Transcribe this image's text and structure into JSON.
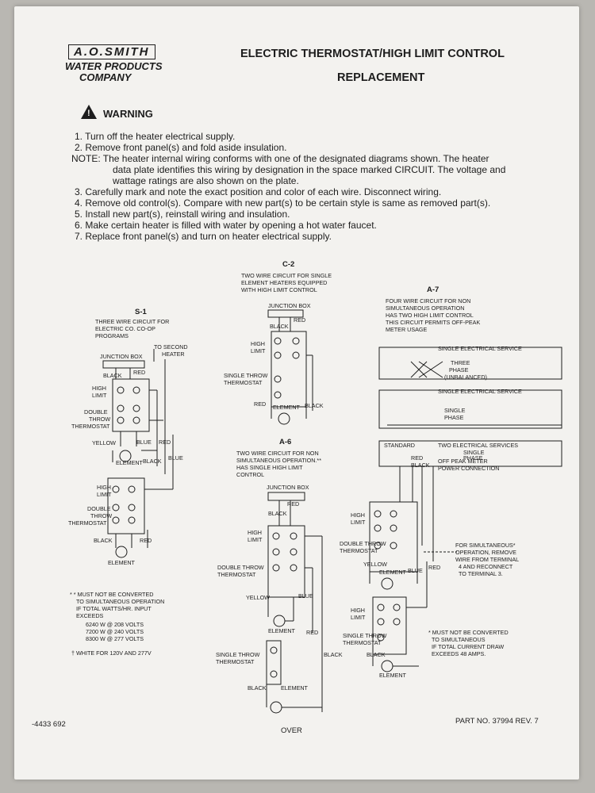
{
  "logo": {
    "line1": "A.O.SMITH",
    "line2": "WATER PRODUCTS",
    "line3": "COMPANY"
  },
  "title": {
    "line1": "ELECTRIC THERMOSTAT/HIGH LIMIT CONTROL",
    "line2": "REPLACEMENT"
  },
  "warning": "WARNING",
  "instructions": [
    "1.   Turn off the heater electrical supply.",
    "2.   Remove front panel(s) and fold aside insulation.",
    "NOTE:  The heater internal wiring conforms with one of the designated diagrams shown.  The heater",
    "data plate identifies this wiring by designation in the space marked CIRCUIT.  The voltage and",
    "wattage ratings are also shown on the plate.",
    "3.   Carefully mark and note the exact position and color of each wire.  Disconnect wiring.",
    "4.   Remove old control(s).  Compare with new part(s) to be certain style is same as removed part(s).",
    "5.   Install new part(s), reinstall wiring and insulation.",
    "6.   Make certain heater is filled with water by opening a hot water faucet.",
    "7.   Replace front panel(s) and turn on heater electrical supply."
  ],
  "s1": {
    "name": "S-1",
    "desc": [
      "THREE WIRE CIRCUIT FOR",
      "ELECTRIC CO. CO-OP",
      "PROGRAMS"
    ],
    "to_second": [
      "TO SECOND",
      "HEATER"
    ],
    "junction": "JUNCTION BOX",
    "red": "RED",
    "black": "BLACK",
    "high_limit": [
      "HIGH",
      "LIMIT"
    ],
    "double_throw": [
      "DOUBLE",
      "THROW",
      "THERMOSTAT"
    ],
    "yellow": "YELLOW",
    "blue": "BLUE",
    "element": "ELEMENT"
  },
  "c2": {
    "name": "C-2",
    "desc": [
      "TWO WIRE CIRCUIT FOR SINGLE",
      "ELEMENT HEATERS EQUIPPED",
      "WITH HIGH LIMIT CONTROL"
    ],
    "junction": "JUNCTION BOX",
    "red": "RED",
    "black": "BLACK",
    "high_limit": [
      "HIGH",
      "LIMIT"
    ],
    "single_throw": [
      "SINGLE THROW",
      "THERMOSTAT"
    ],
    "element": "ELEMENT"
  },
  "a6": {
    "name": "A-6",
    "desc": [
      "TWO WIRE CIRCUIT FOR NON",
      "SIMULTANEOUS OPERATION.**",
      "HAS SINGLE HIGH LIMIT",
      "CONTROL"
    ],
    "junction": "JUNCTION BOX",
    "red": "RED",
    "black": "BLACK",
    "high_limit": [
      "HIGH",
      "LIMIT"
    ],
    "double_throw": [
      "DOUBLE THROW",
      "THERMOSTAT"
    ],
    "yellow": "YELLOW",
    "blue": "BLUE",
    "element": "ELEMENT",
    "single_throw": [
      "SINGLE THROW",
      "THERMOSTAT"
    ]
  },
  "a7": {
    "name": "A-7",
    "desc": [
      "FOUR WIRE CIRCUIT FOR NON",
      "SIMULTANEOUS OPERATION",
      "HAS TWO HIGH LIMIT CONTROL",
      "THIS CIRCUIT PERMITS OFF-PEAK",
      "METER USAGE"
    ],
    "svc1": "SINGLE ELECTRICAL SERVICE",
    "three_phase": [
      "THREE",
      "PHASE",
      "(UNBALANCED)"
    ],
    "svc2": "SINGLE ELECTRICAL SERVICE",
    "single_phase": [
      "SINGLE",
      "PHASE"
    ],
    "standard": "STANDARD",
    "two_services": [
      "TWO ELECTRICAL SERVICES",
      "SINGLE",
      "PHASE"
    ],
    "off_peak": [
      "OFF PEAK METER",
      "POWER CONNECTION"
    ],
    "simul": [
      "FOR SIMULTANEOUS*",
      "OPERATION, REMOVE",
      "WIRE FROM TERMINAL",
      "4 AND RECONNECT",
      "TO TERMINAL 3."
    ],
    "must_not": [
      "* MUST NOT BE CONVERTED",
      "TO SIMULTANEOUS",
      "IF TOTAL CURRENT DRAW",
      "EXCEEDS 48 AMPS."
    ],
    "high_limit": [
      "HIGH",
      "LIMIT"
    ],
    "double_throw": [
      "DOUBLE THROW",
      "THERMOSTAT"
    ],
    "single_throw": [
      "SINGLE THROW",
      "THERMOSTAT"
    ],
    "yellow": "YELLOW",
    "blue": "BLUE",
    "red": "RED",
    "black": "BLACK",
    "element": "ELEMENT"
  },
  "note": [
    "* * MUST NOT BE CONVERTED",
    "TO SIMULTANEOUS OPERATION",
    "IF TOTAL WATTS/HR. INPUT",
    "EXCEEDS",
    "6240 W @ 208 VOLTS",
    "7200 W @ 240 VOLTS",
    "8300 W @ 277 VOLTS",
    "† WHITE FOR 120V AND 277V"
  ],
  "footer": {
    "left": "-4433  692",
    "center": "OVER",
    "right": "PART NO. 37994 REV. 7"
  }
}
